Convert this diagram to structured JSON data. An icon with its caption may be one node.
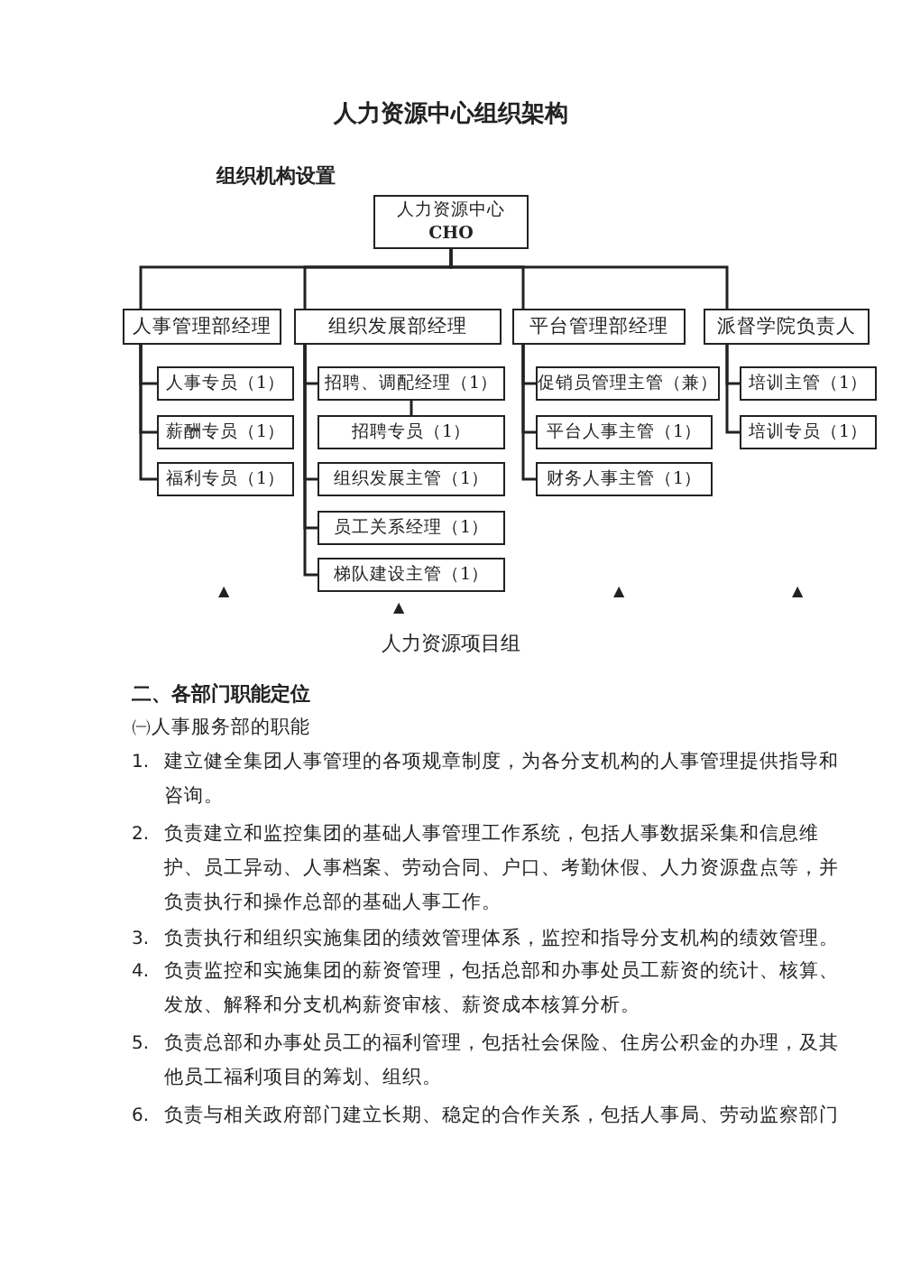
{
  "diagram": {
    "title": "人力资源中心组织架构",
    "nodes": [
      {
        "text": [
          "人力资源中心",
          "CHO"
        ]
      },
      {
        "text": [
          "人事管理部经理"
        ]
      },
      {
        "text": [
          "组织发展部经理"
        ]
      },
      {
        "text": [
          "平台管理部经理"
        ]
      },
      {
        "text": [
          "派督学院负责人"
        ]
      },
      {
        "text": [
          "人事专员（1）"
        ]
      },
      {
        "text": [
          "薪酬专员（1）"
        ]
      },
      {
        "text": [
          "福利专员（1）"
        ]
      },
      {
        "text": [
          "招聘、调配经理（1）"
        ]
      },
      {
        "text": [
          "招聘专员（1）"
        ]
      },
      {
        "text": [
          "组织发展主管（1）"
        ]
      },
      {
        "text": [
          "员工关系经理（1）"
        ]
      },
      {
        "text": [
          "梯队建设主管（1）"
        ]
      },
      {
        "text": [
          "促销员管理主管（兼）"
        ]
      },
      {
        "text": [
          "平台人事主管（1）"
        ]
      },
      {
        "text": [
          "财务人事主管（1）"
        ]
      },
      {
        "text": [
          "培训主管（1）"
        ]
      },
      {
        "text": [
          "培训专员（1）"
        ]
      }
    ],
    "edges": [
      {
        "from": 0,
        "to": 1,
        "arrow": "none"
      },
      {
        "from": 0,
        "to": 2,
        "arrow": "none"
      },
      {
        "from": 0,
        "to": 3,
        "arrow": "none"
      },
      {
        "from": 0,
        "to": 4,
        "arrow": "none"
      },
      {
        "from": 1,
        "to": 5,
        "arrow": "none"
      },
      {
        "from": 1,
        "to": 6,
        "arrow": "none"
      },
      {
        "from": 1,
        "to": 7,
        "arrow": "none"
      },
      {
        "from": 2,
        "to": 8,
        "arrow": "none"
      },
      {
        "from": 8,
        "to": 9,
        "arrow": "none"
      },
      {
        "from": 2,
        "to": 10,
        "arrow": "none"
      },
      {
        "from": 2,
        "to": 11,
        "arrow": "none"
      },
      {
        "from": 2,
        "to": 12,
        "arrow": "none"
      },
      {
        "from": 3,
        "to": 13,
        "arrow": "none"
      },
      {
        "from": 3,
        "to": 14,
        "arrow": "none"
      },
      {
        "from": 3,
        "to": 15,
        "arrow": "none"
      },
      {
        "from": 4,
        "to": 16,
        "arrow": "none"
      },
      {
        "from": 4,
        "to": 17,
        "arrow": "none"
      }
    ],
    "labels": [
      "组织机构设置",
      "▲",
      "▲",
      "▲",
      "▲",
      "人力资源项目组",
      "二、各部门职能定位",
      "㈠人事服务部的职能",
      "1.",
      "建立健全集团人事管理的各项规章制度，为各分支机构的人事管理提供指导和咨询。",
      "2.",
      "负责建立和监控集团的基础人事管理工作系统，包括人事数据采集和信息维护、员工异动、人事档案、劳动合同、户口、考勤休假、人力资源盘点等，并负责执行和操作总部的基础人事工作。",
      "3.",
      "负责执行和组织实施集团的绩效管理体系，监控和指导分支机构的绩效管理。",
      "4.",
      "负责监控和实施集团的薪资管理，包括总部和办事处员工薪资的统计、核算、发放、解释和分支机构薪资审核、薪资成本核算分析。",
      "5.",
      "负责总部和办事处员工的福利管理，包括社会保险、住房公积金的办理，及其他员工福利项目的筹划、组织。",
      "6.",
      "负责与相关政府部门建立长期、稳定的合作关系，包括人事局、劳动监察部门"
    ]
  }
}
